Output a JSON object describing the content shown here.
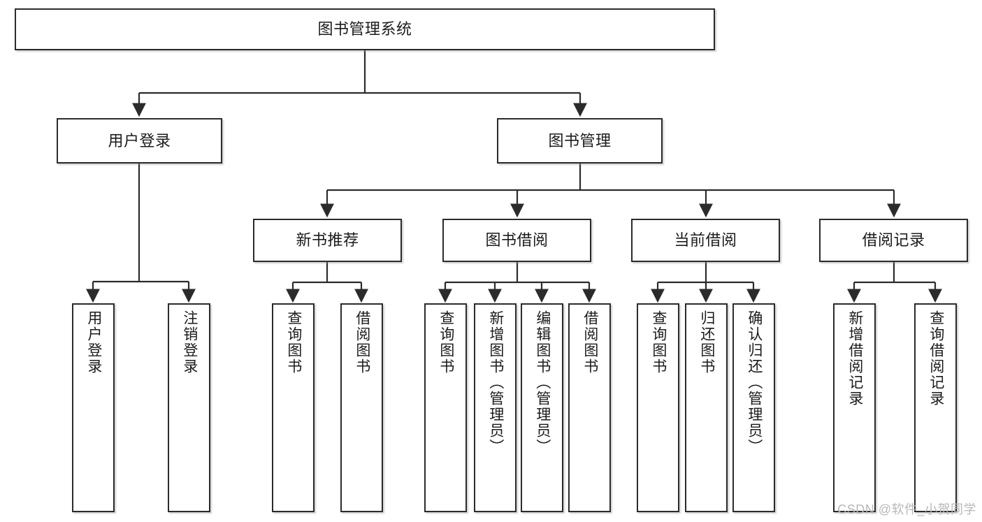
{
  "diagram": {
    "title": "图书管理系统",
    "type": "tree-hierarchy-chart",
    "watermark": "CSDN @软件_小贺同学",
    "colors": {
      "border": "#2b2b2b",
      "background": "#ffffff",
      "text": "#1b1b1b",
      "watermark": "#b8b8b8"
    },
    "nodes": {
      "root": {
        "label": "图书管理系统"
      },
      "level2": [
        {
          "id": "user-login",
          "label": "用户登录"
        },
        {
          "id": "book-manage",
          "label": "图书管理"
        }
      ],
      "level3": [
        {
          "id": "new-book-recommend",
          "label": "新书推荐"
        },
        {
          "id": "book-borrow",
          "label": "图书借阅"
        },
        {
          "id": "current-borrow",
          "label": "当前借阅"
        },
        {
          "id": "borrow-record",
          "label": "借阅记录"
        }
      ],
      "leaves": {
        "user-login": [
          {
            "id": "leaf-user-login",
            "label": "用户登录"
          },
          {
            "id": "leaf-logout",
            "label": "注销登录"
          }
        ],
        "new-book-recommend": [
          {
            "id": "leaf-query-book-1",
            "label": "查询图书"
          },
          {
            "id": "leaf-borrow-book-1",
            "label": "借阅图书"
          }
        ],
        "book-borrow": [
          {
            "id": "leaf-query-book-2",
            "label": "查询图书"
          },
          {
            "id": "leaf-add-book",
            "label": "新增图书（管理员）"
          },
          {
            "id": "leaf-edit-book",
            "label": "编辑图书（管理员）"
          },
          {
            "id": "leaf-borrow-book-2",
            "label": "借阅图书"
          }
        ],
        "current-borrow": [
          {
            "id": "leaf-query-book-3",
            "label": "查询图书"
          },
          {
            "id": "leaf-return-book",
            "label": "归还图书"
          },
          {
            "id": "leaf-confirm-return",
            "label": "确认归还（管理员）"
          }
        ],
        "borrow-record": [
          {
            "id": "leaf-add-record",
            "label": "新增借阅记录"
          },
          {
            "id": "leaf-query-record",
            "label": "查询借阅记录"
          }
        ]
      }
    }
  }
}
